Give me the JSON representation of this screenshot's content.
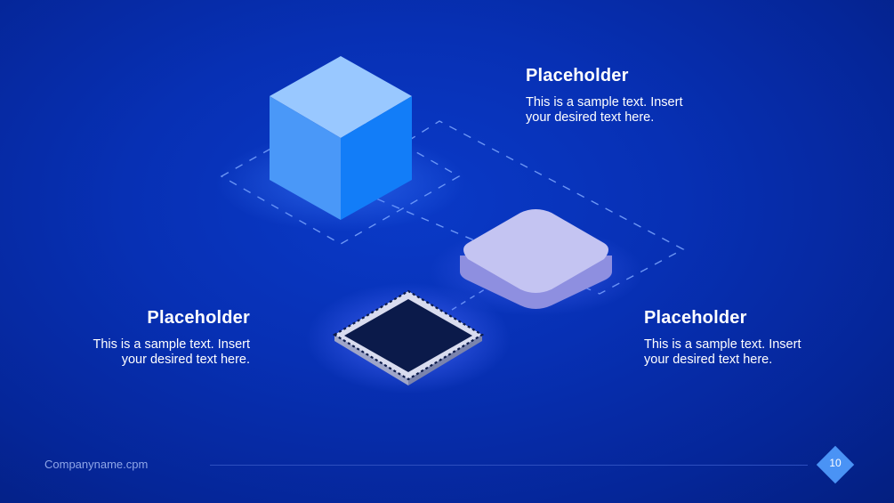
{
  "blocks": [
    {
      "title": "Placeholder",
      "line1": "This is a sample text. Insert",
      "line2": "your desired text here."
    },
    {
      "title": "Placeholder",
      "line1": "This is a sample text. Insert",
      "line2": "your desired text here."
    },
    {
      "title": "Placeholder",
      "line1": "This is a sample text. Insert",
      "line2": "your desired text here."
    }
  ],
  "footer": {
    "company": "Companyname.cpm",
    "page_number": "10"
  },
  "colors": {
    "background": "#0730b4",
    "cube_top": "#99c8ff",
    "cube_left": "#4a98f8",
    "cube_right": "#127df8",
    "tile_top": "#c4c4f2",
    "chip_body": "#0b1a4a",
    "badge": "#4a93f5"
  },
  "icons": [
    "cube-icon",
    "rounded-tile-icon",
    "microchip-icon"
  ]
}
